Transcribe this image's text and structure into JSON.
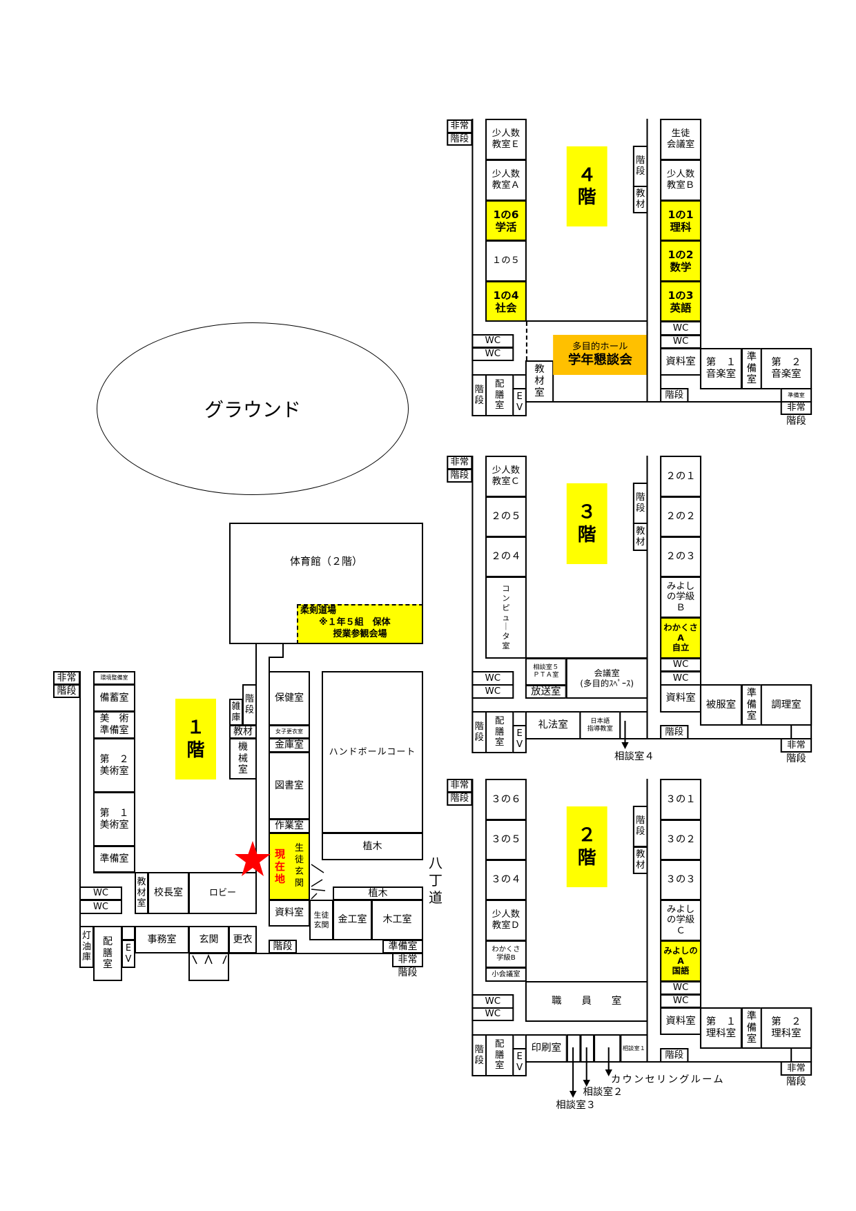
{
  "ground": {
    "label": "グラウンド"
  },
  "road": {
    "label": "八\n丁\n道"
  },
  "floor1": {
    "title": "１\n階",
    "gym": "体育館（２階）",
    "judo": {
      "name": "柔剣道場",
      "line2": "※１年５組　保体",
      "line3": "授業参観会場"
    },
    "emergency": "非常",
    "stairs": "階段",
    "env_room": "環境整備室",
    "storage": "備蓄室",
    "art_prep": "美　術\n準備室",
    "art2": "第　２\n美術室",
    "art1": "第　１\n美術室",
    "prep": "準備室",
    "misc_store": "雑\n庫",
    "stairs_v": "階\n段",
    "materials": "教材",
    "machine": "機\n械\n室",
    "materials_room": "教\n材\n室",
    "principal": "校長室",
    "lobby": "ロビー",
    "wc1": "WC",
    "wc2": "WC",
    "kerosene": "灯\n油\n庫",
    "serving": "配\n膳\n室",
    "ev": "E\nV",
    "office": "事務室",
    "entrance": "玄関",
    "changing": "更衣",
    "health": "保健室",
    "girls_changing": "女子更衣室",
    "safe": "金庫室",
    "library": "図書室",
    "workshop": "作業室",
    "current": "現\n在\n地",
    "student_entrance": "生\n徒\n玄\n関",
    "resource": "資料室",
    "handball": "ハンドボールコート",
    "trees1": "植木",
    "trees2": "植木",
    "student_entrance2": "生徒\n玄関",
    "metalwork": "金工室",
    "woodwork": "木工室",
    "stairs_r": "階段",
    "prep_r": "準備室",
    "emergency_r": "非常",
    "stairs_label_r": "階段",
    "star_color": "#ff0000"
  },
  "floor4": {
    "title": "４\n階",
    "emergency": "非常",
    "stairs": "階段",
    "rooms_left": [
      "少人数\n教室Ｅ",
      "少人数\n教室Ａ",
      "1の6\n学活",
      "１の５",
      "1の4\n社会"
    ],
    "wc": [
      "WC",
      "WC"
    ],
    "stairs_v": "階\n段",
    "serving": "配\n膳\n室",
    "ev": "E\nV",
    "materials_room": "教\n材\n室",
    "hall": "多目的ホール",
    "hall_event": "学年懇談会",
    "stairs_small": "階\n段",
    "materials_small": "教\n材",
    "rooms_right": [
      "生徒\n会議室",
      "少人数\n教室Ｂ",
      "1の1\n理科",
      "1の2\n数学",
      "1の3\n英語"
    ],
    "wc_right": [
      "WC",
      "WC"
    ],
    "resource": "資料室",
    "music1": "第　１\n音楽室",
    "prep": "準\n備\n室",
    "music2": "第　２\n音楽室",
    "prep_small": "準備室",
    "stairs_r": "階段",
    "emergency_r": "非常",
    "stairs_label_r": "階段",
    "hall_color": "#ffc000"
  },
  "floor3": {
    "title": "３\n階",
    "emergency": "非常",
    "stairs": "階段",
    "rooms_left": [
      "少人数\n教室Ｃ",
      "２の５",
      "２の４",
      "コ\nン\nピ\nュ\n｜\nタ\n室"
    ],
    "consult5": "相談室５\nＰＴＡ室",
    "broadcast": "放送室",
    "meeting": "会議室\n(多目的ｽﾍﾟｰｽ)",
    "wc": [
      "WC",
      "WC"
    ],
    "stairs_v": "階\n段",
    "serving": "配\n膳\n室",
    "ev": "E\nV",
    "etiquette": "礼法室",
    "japanese": "日本語\n指導教室",
    "consult4": "相談室４",
    "stairs_small": "階\n段",
    "materials_small": "教\n材",
    "rooms_right": [
      "２の１",
      "２の２",
      "２の３",
      "みよし\nの学級\nＢ",
      "わかくさA\n自立"
    ],
    "wc_right": [
      "WC",
      "WC"
    ],
    "resource": "資料室",
    "clothing": "被服室",
    "prep": "準\n備\n室",
    "cooking": "調理室",
    "stairs_r": "階段",
    "emergency_r": "非常",
    "stairs_label_r": "階段"
  },
  "floor2": {
    "title": "２\n階",
    "emergency": "非常",
    "stairs": "階段",
    "rooms_left": [
      "３の６",
      "３の５",
      "３の４",
      "少人数\n教室Ｄ",
      "わかくさ\n学級B",
      "小会議室"
    ],
    "staff": "職　　員　　室",
    "wc": [
      "WC",
      "WC"
    ],
    "stairs_v": "階\n段",
    "serving": "配\n膳\n室",
    "ev": "E\nV",
    "printing": "印刷室",
    "consult1": "相談室１",
    "counseling": "カウンセリングルーム",
    "consult2": "相談室２",
    "consult3": "相談室３",
    "stairs_small": "階\n段",
    "materials_small": "教\n材",
    "rooms_right": [
      "３の１",
      "３の２",
      "３の３",
      "みよし\nの学級\nＣ",
      "みよしのA\n国語"
    ],
    "wc_right": [
      "WC",
      "WC"
    ],
    "resource": "資料室",
    "science1": "第　１\n理科室",
    "prep": "準\n備\n室",
    "science2": "第　２\n理科室",
    "stairs_r": "階段",
    "emergency_r": "非常",
    "stairs_label_r": "階段"
  }
}
